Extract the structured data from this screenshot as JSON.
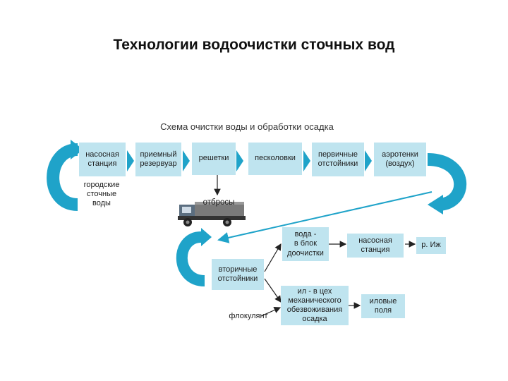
{
  "page": {
    "title": "Технологии водоочистки сточных вод"
  },
  "diagram": {
    "title": "Схема очистки воды и обработки осадка",
    "input_label": "городские\nсточные\nводы",
    "stages": [
      "насосная\nстанция",
      "приемный\nрезервуар",
      "решетки",
      "песколовки",
      "первичные\nотстойники",
      "аэротенки\n(воздух)"
    ],
    "waste_label": "отбросы",
    "secondary": "вторичные\nотстойники",
    "water_branch": "вода -\nв блок\nдоочистки",
    "water_pump": "насосная\nстанция",
    "river": "р. Иж",
    "sludge_branch": "ил - в цех\nмеханического\nобезвоживания\nосадка",
    "sludge_fields": "иловые\nполя",
    "flocculant": "флокулянт"
  },
  "colors": {
    "accent": "#1fa3c9",
    "box_fill": "#bfe4ef",
    "arrow": "#222222"
  }
}
